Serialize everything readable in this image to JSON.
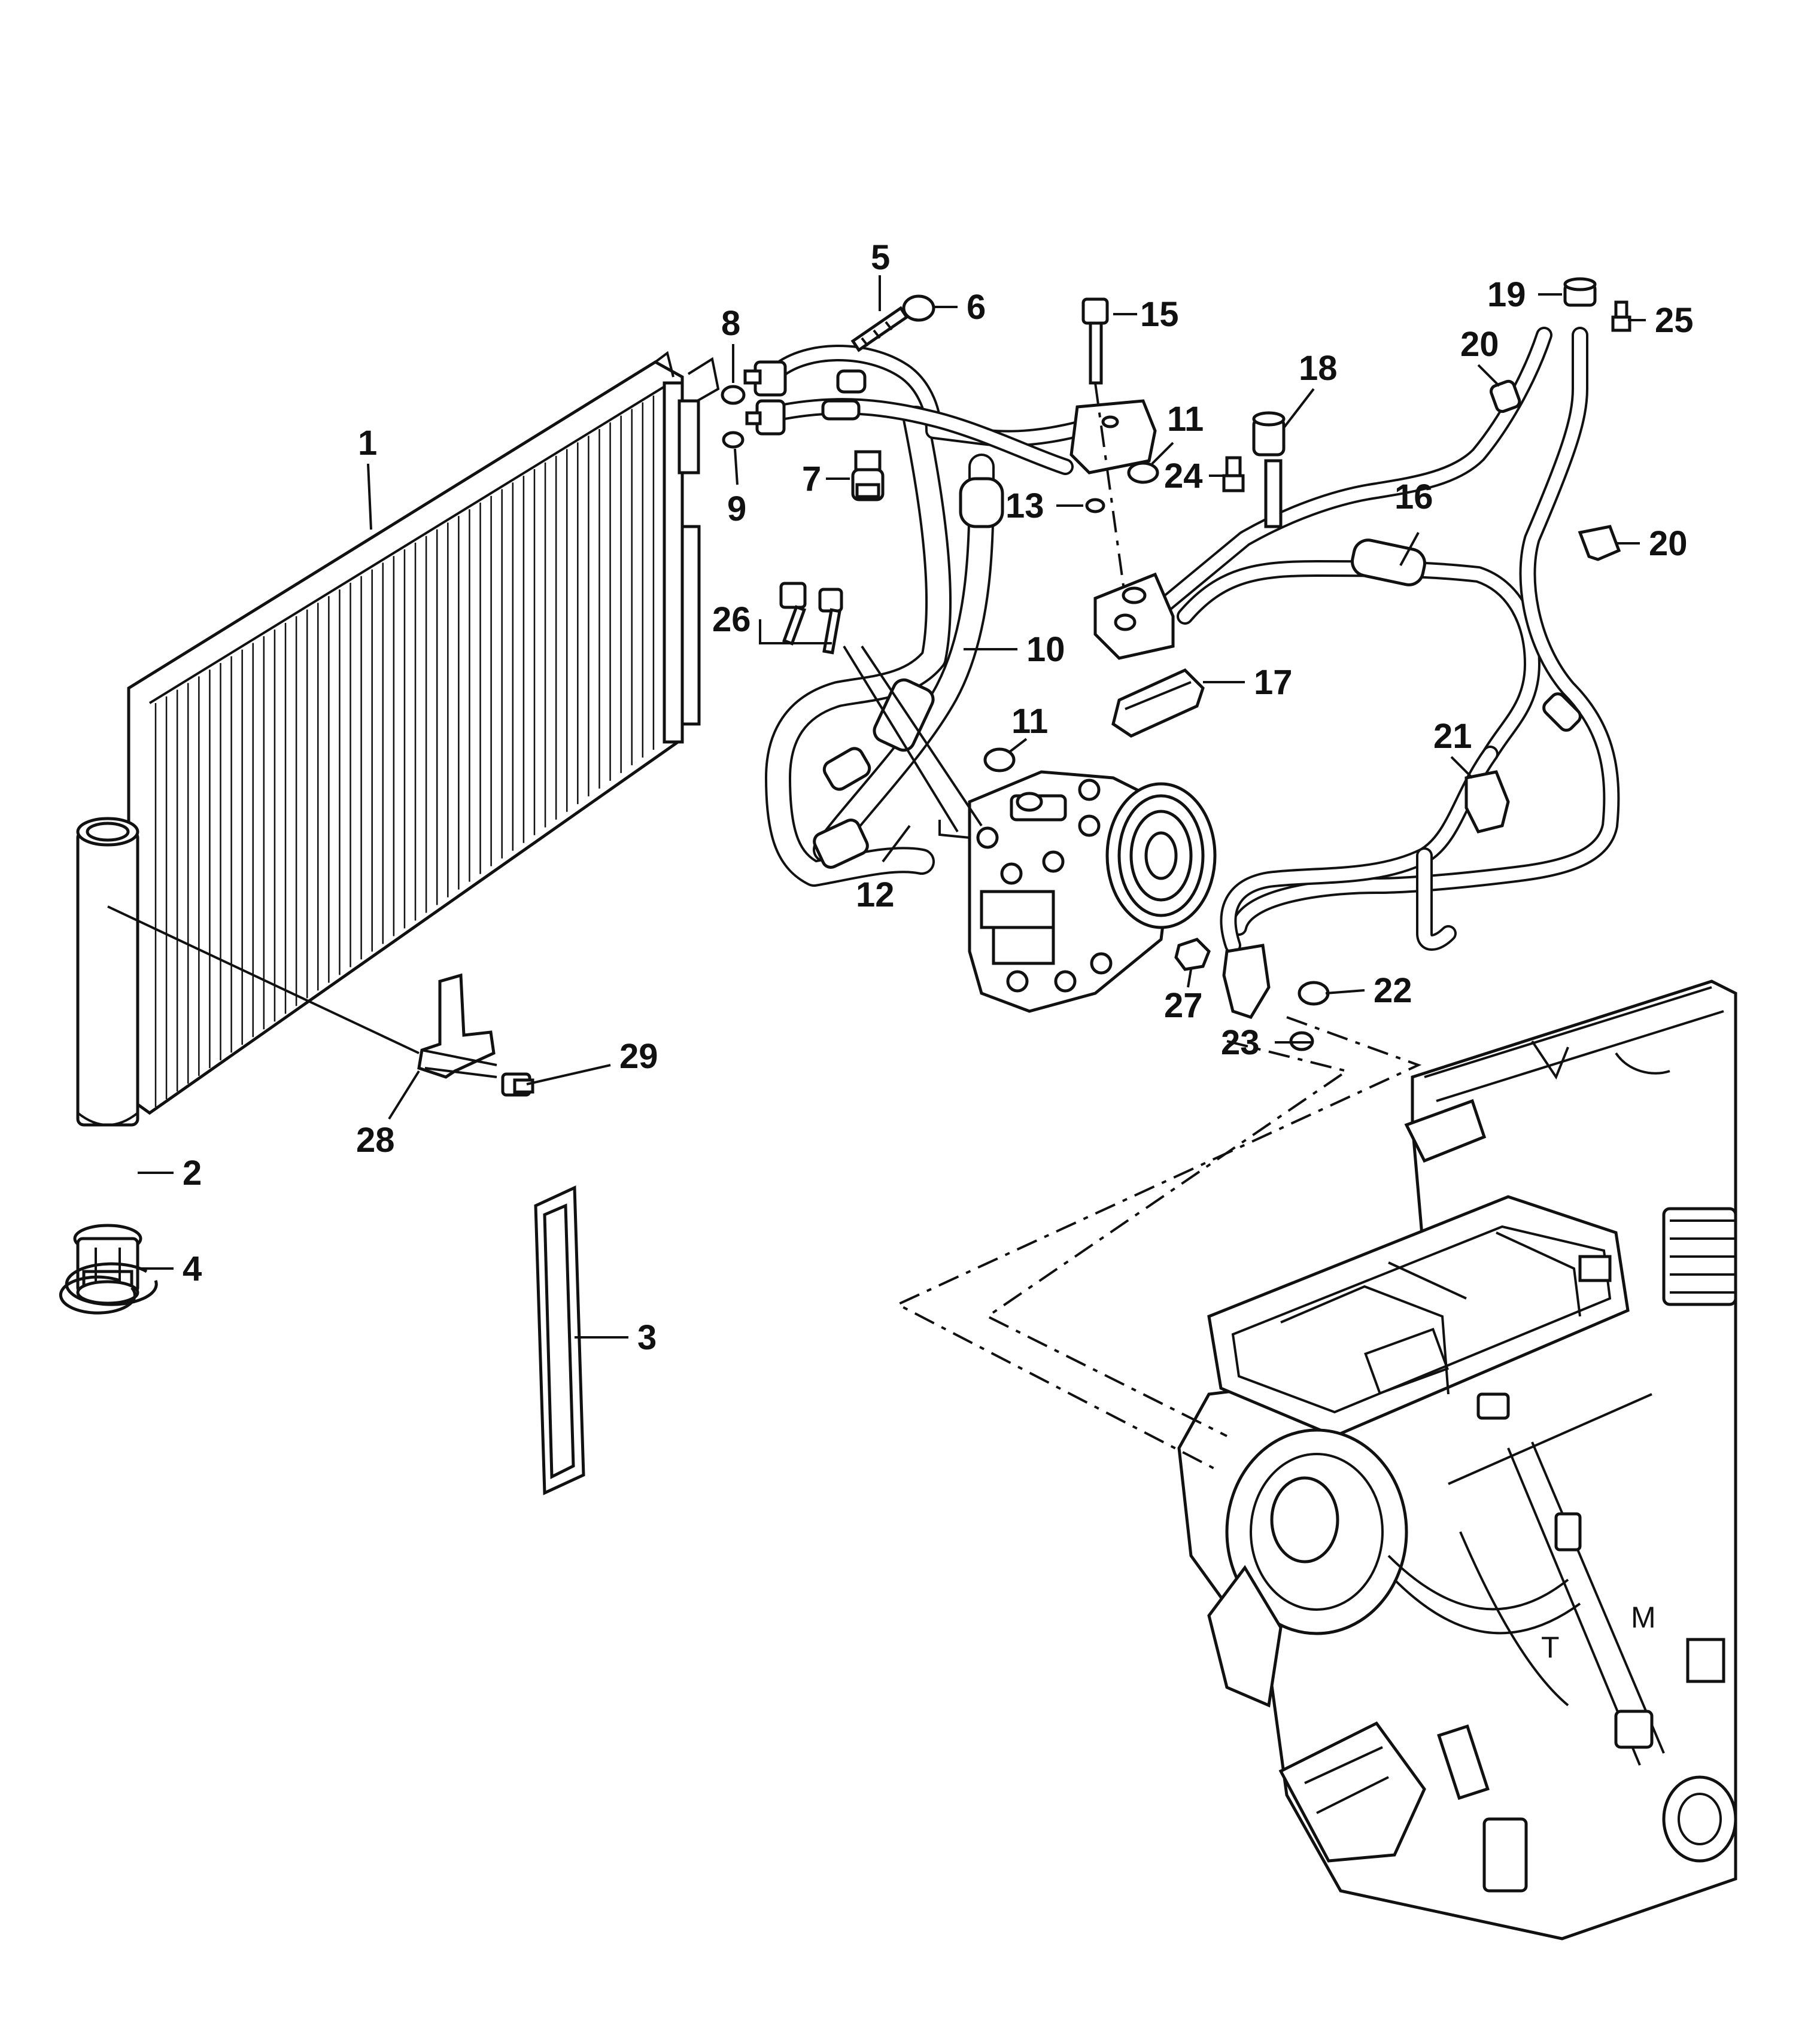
{
  "callouts": [
    {
      "id": "1",
      "text": "1"
    },
    {
      "id": "2",
      "text": "2"
    },
    {
      "id": "3",
      "text": "3"
    },
    {
      "id": "4",
      "text": "4"
    },
    {
      "id": "5",
      "text": "5"
    },
    {
      "id": "6",
      "text": "6"
    },
    {
      "id": "7",
      "text": "7"
    },
    {
      "id": "8",
      "text": "8"
    },
    {
      "id": "9",
      "text": "9"
    },
    {
      "id": "10",
      "text": "10"
    },
    {
      "id": "11a",
      "text": "11"
    },
    {
      "id": "11b",
      "text": "11"
    },
    {
      "id": "12",
      "text": "12"
    },
    {
      "id": "13",
      "text": "13"
    },
    {
      "id": "15",
      "text": "15"
    },
    {
      "id": "16",
      "text": "16"
    },
    {
      "id": "17",
      "text": "17"
    },
    {
      "id": "18",
      "text": "18"
    },
    {
      "id": "19",
      "text": "19"
    },
    {
      "id": "20a",
      "text": "20"
    },
    {
      "id": "20b",
      "text": "20"
    },
    {
      "id": "21",
      "text": "21"
    },
    {
      "id": "22",
      "text": "22"
    },
    {
      "id": "23",
      "text": "23"
    },
    {
      "id": "24",
      "text": "24"
    },
    {
      "id": "25",
      "text": "25"
    },
    {
      "id": "26",
      "text": "26"
    },
    {
      "id": "27",
      "text": "27"
    },
    {
      "id": "28",
      "text": "28"
    },
    {
      "id": "29",
      "text": "29"
    }
  ],
  "hvac_letters": {
    "t": "T",
    "m": "M"
  }
}
